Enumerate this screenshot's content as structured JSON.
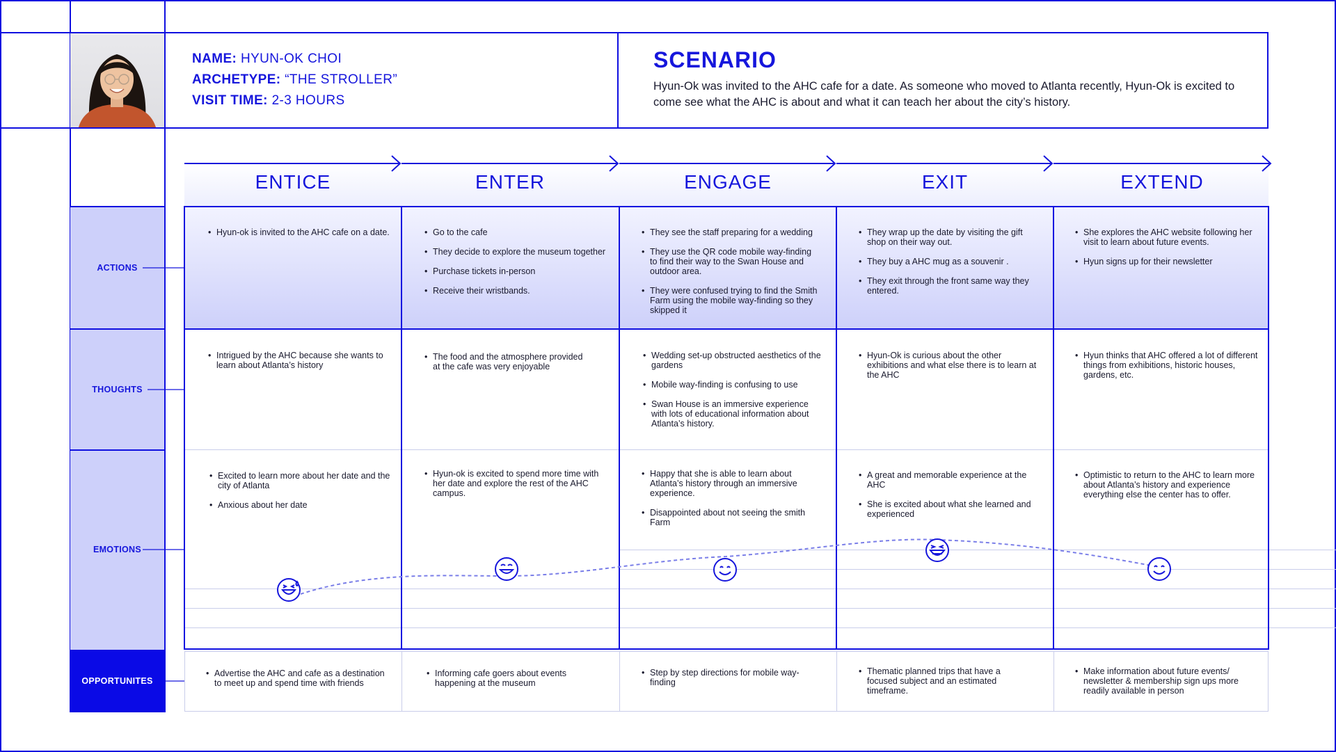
{
  "persona": {
    "name_label": "NAME:",
    "name_value": "HYUN-OK  CHOI",
    "archetype_label": "ARCHETYPE:",
    "archetype_value": "“THE STROLLER”",
    "visit_label": "VISIT TIME:",
    "visit_value": "2-3 HOURS"
  },
  "scenario": {
    "title": "SCENARIO",
    "text": "Hyun-Ok was invited to the AHC cafe for a date. As someone who moved to Atlanta recently, Hyun-Ok is excited to come see what the AHC is about and what it can teach her about the city’s history."
  },
  "rows": {
    "actions": "ACTIONS",
    "thoughts": "THOUGHTS",
    "emotions": "EMOTIONS",
    "opportunities": "OPPORTUNITES"
  },
  "stages": [
    {
      "title": "ENTICE",
      "actions": [
        "Hyun-ok is invited to the AHC cafe on a date."
      ],
      "thoughts": [
        "Intrigued by the AHC because she wants to learn about Atlanta’s history"
      ],
      "emotions": [
        "Excited to learn more about her date and the city of Atlanta",
        "Anxious about her date"
      ],
      "opportunities": [
        "Advertise the AHC and cafe as a destination to meet up and spend time with friends"
      ],
      "emotion_icon": "grinning-sweat-face-icon",
      "emotion_level": 2
    },
    {
      "title": "ENTER",
      "actions": [
        "Go to the cafe",
        "They decide to explore the museum together",
        "Purchase tickets in-person",
        "Receive their wristbands."
      ],
      "thoughts": [
        "The food and the atmosphere provided at the cafe was very enjoyable"
      ],
      "emotions": [
        "Hyun-ok is excited to spend more time with her date and explore the rest of the AHC campus."
      ],
      "opportunities": [
        "Informing cafe goers about events happening at the museum"
      ],
      "emotion_icon": "smiling-face-icon",
      "emotion_level": 3
    },
    {
      "title": "ENGAGE",
      "actions": [
        "They see the staff preparing for a wedding",
        "They use the QR code mobile way-finding to find their way to the Swan House and outdoor area.",
        "They were confused trying to find the Smith Farm using the mobile way-finding so they skipped it"
      ],
      "thoughts": [
        "Wedding set-up obstructed aesthetics of the gardens",
        "Mobile way-finding is confusing to use",
        "Swan House is an immersive experience with lots of educational information about Atlanta’s history."
      ],
      "emotions": [
        "Happy that she is able to learn about Atlanta’s history through an immersive experience.",
        "Disappointed about not seeing the smith Farm"
      ],
      "opportunities": [
        "Step by step directions for mobile way-finding"
      ],
      "emotion_icon": "smiling-face-icon",
      "emotion_level": 3
    },
    {
      "title": "EXIT",
      "actions": [
        "They wrap up the date by visiting the gift shop on their way out.",
        "They buy a AHC mug as a souvenir .",
        "They exit through the front same way they entered."
      ],
      "thoughts": [
        "Hyun-Ok is curious about the other exhibitions and what else there is to learn at the AHC"
      ],
      "emotions": [
        "A great and memorable experience at the AHC",
        "She is excited about what she learned and experienced"
      ],
      "opportunities": [
        "Thematic planned trips that have a focused subject and an estimated timeframe."
      ],
      "emotion_icon": "laughing-face-icon",
      "emotion_level": 4
    },
    {
      "title": "EXTEND",
      "actions": [
        "She explores the AHC website following her visit to learn about future events.",
        "Hyun signs up for their newsletter"
      ],
      "thoughts": [
        "Hyun thinks that AHC offered a lot of different things from exhibitions, historic houses, gardens, etc."
      ],
      "emotions": [
        "Optimistic to return to the AHC to learn more about Atlanta’s history and experience everything else the center has to offer."
      ],
      "opportunities": [
        "Make information about future events/ newsletter & membership sign ups more readily available in person"
      ],
      "emotion_icon": "smiling-face-icon",
      "emotion_level": 3
    }
  ],
  "colors": {
    "accent": "#1616dc",
    "row_fill": "#cdd0fa",
    "opportunity_fill": "#0a0ae6"
  }
}
